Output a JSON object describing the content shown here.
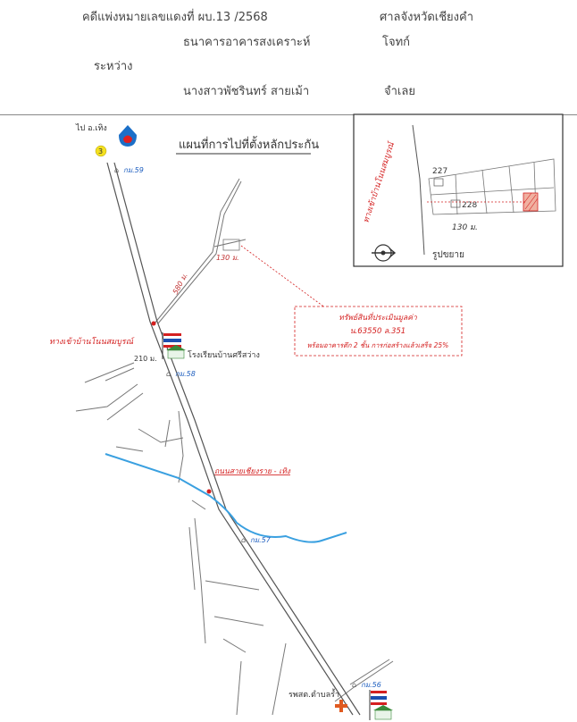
{
  "header": {
    "case_label": "คดีแพ่งหมายเลขแดงที่ ผบ.13 /2568",
    "court": "ศาลจังหวัดเชียงคำ",
    "plaintiff_name": "ธนาคารอาคารสงเคราะห์",
    "plaintiff_role": "โจทก์",
    "between": "ระหว่าง",
    "defendant_name": "นางสาวพัชรินทร์ สายเม้า",
    "defendant_role": "จำเลย"
  },
  "map": {
    "title": "แผนที่การไปที่ตั้งหลักประกัน",
    "to_theng": "ไป อ.เทิง",
    "route_number": "3",
    "km59": "กม.59",
    "km58": "กม.58",
    "km57": "กม.57",
    "km56": "กม.56",
    "dist_580": "580 ม.",
    "dist_130": "130 ม.",
    "dist_210": "210 ม.",
    "entrance_label": "ทางเข้าบ้านโนนสมบูรณ์",
    "school_label": "โรงเรียนบ้านศรีสว่าง",
    "road_label": "ถนนสายเชียงราย - เทิง",
    "hospital_label": "รพสต.ตำบลร้ำ",
    "asset_box": {
      "line1": "ทรัพย์สินที่ประเมินมูลค่า",
      "line2": "น.63550 ล.351",
      "line3": "พร้อมอาคารตึก 2 ชั้น การก่อสร้างแล้วเสร็จ 25%"
    },
    "inset": {
      "road_label": "ทางเข้าบ้านโนนสมบูรณ์",
      "plot_227": "227",
      "plot_228": "228",
      "distance": "130 ม.",
      "caption": "รูปขยาย"
    },
    "colors": {
      "road": "#555555",
      "river": "#3aa0e0",
      "red_text": "#d42020",
      "blue_text": "#2060c0"
    }
  }
}
